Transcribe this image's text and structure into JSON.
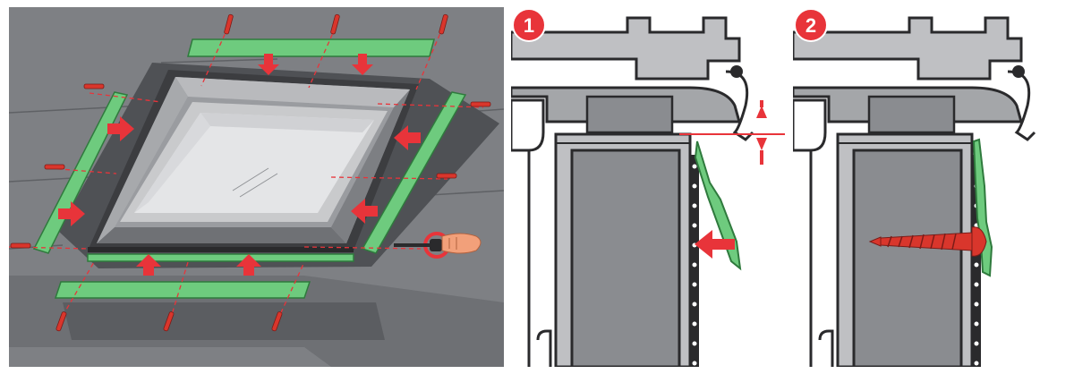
{
  "colors": {
    "roof": "#7e8084",
    "roof_dark": "#6a6c70",
    "flashing": "#4f5155",
    "frame_dark": "#3c3d40",
    "frame_mid": "#9a9ca0",
    "frame_light": "#c9cacc",
    "glass": "#e4e5e7",
    "green": "#6ecb7e",
    "green_dark": "#2f7a3d",
    "red": "#e8343a",
    "screw_red": "#d9362c",
    "handle": "#f2a07a",
    "section_bg": "#8a8c90",
    "section_light": "#bfc0c3",
    "section_mid": "#a4a6a9",
    "outline": "#2a2a2c",
    "white": "#ffffff"
  },
  "steps": [
    {
      "id": "step-1",
      "label": "1",
      "icon": "step-number-badge"
    },
    {
      "id": "step-2",
      "label": "2",
      "icon": "step-number-badge"
    }
  ],
  "icons": [
    "screwdriver-icon",
    "screw-icon",
    "push-arrow-icon",
    "gap-dimension-icon"
  ]
}
